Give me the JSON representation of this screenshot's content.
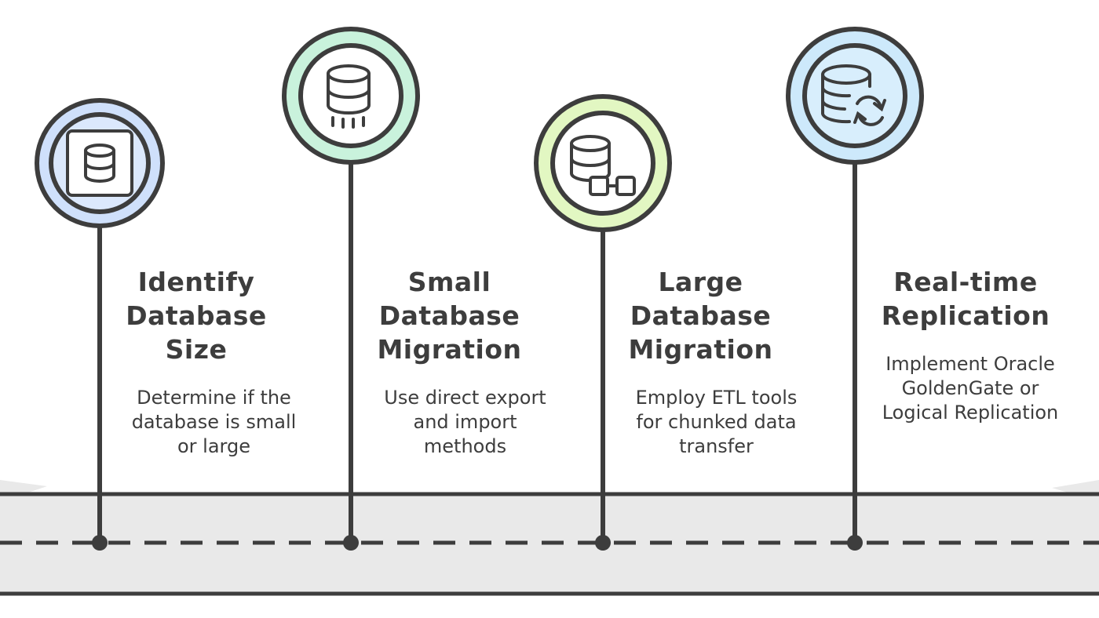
{
  "colors": {
    "stroke": "#3d3d3d",
    "road": "#e9e9e9",
    "step1_fill": "#cfe0fb",
    "step2_fill": "#c9f2dc",
    "step3_fill": "#e2f7c2",
    "step4_fill": "#cde9fb"
  },
  "steps": [
    {
      "title": "Identify\nDatabase\nSize",
      "description": "Determine if the\ndatabase is small\nor large",
      "icon": "database-in-square-icon"
    },
    {
      "title": "Small\nDatabase\nMigration",
      "description": "Use direct export\nand import\nmethods",
      "icon": "database-export-icon"
    },
    {
      "title": "Large\nDatabase\nMigration",
      "description": "Employ ETL tools\nfor chunked data\ntransfer",
      "icon": "database-chunks-icon"
    },
    {
      "title": "Real-time\nReplication",
      "description": "Implement Oracle\nGoldenGate or\nLogical Replication",
      "icon": "database-sync-icon"
    }
  ]
}
